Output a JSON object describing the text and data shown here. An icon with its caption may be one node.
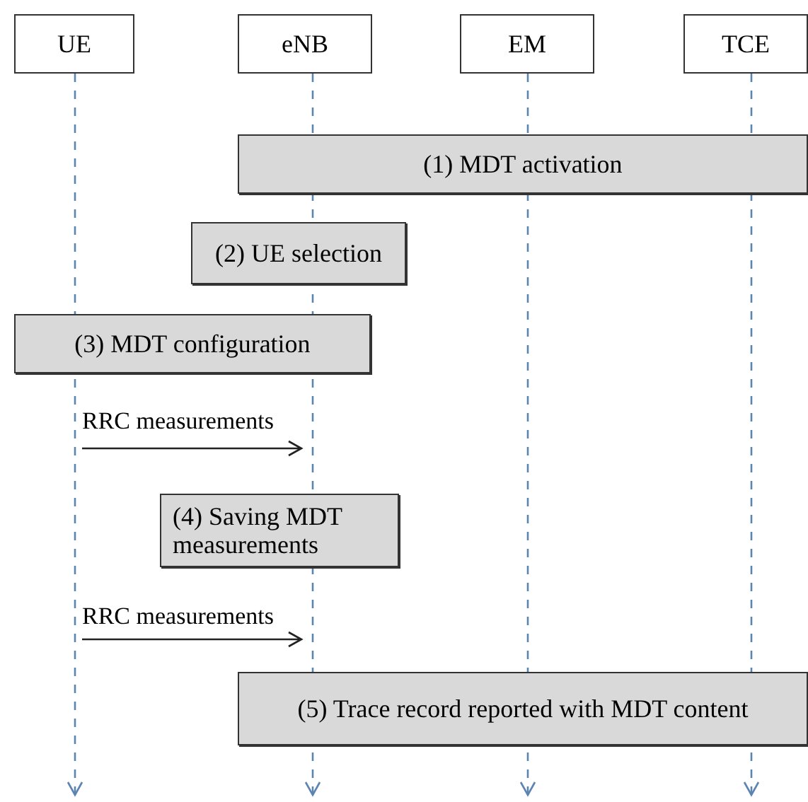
{
  "diagram": {
    "nodes": [
      {
        "text": [
          "UE"
        ]
      },
      {
        "text": [
          "eNB"
        ]
      },
      {
        "text": [
          "EM"
        ]
      },
      {
        "text": [
          "TCE"
        ]
      },
      {
        "text": [
          "(1) MDT activation"
        ]
      },
      {
        "text": [
          "(2) UE selection"
        ]
      },
      {
        "text": [
          "(3) MDT configuration"
        ]
      },
      {
        "text": [
          "(4) Saving MDT measurements"
        ]
      },
      {
        "text": [
          "(5) Trace record reported with MDT content"
        ]
      }
    ],
    "edges": [
      {
        "from": 0,
        "to": null,
        "arrow": "to",
        "style": "dashed",
        "color": "#5b84b1"
      },
      {
        "from": 1,
        "to": null,
        "arrow": "to",
        "style": "dashed",
        "color": "#5b84b1"
      },
      {
        "from": 2,
        "to": null,
        "arrow": "to",
        "style": "dashed",
        "color": "#5b84b1"
      },
      {
        "from": 3,
        "to": null,
        "arrow": "to",
        "style": "dashed",
        "color": "#5b84b1"
      }
    ],
    "labels": [
      "RRC measurements",
      "RRC measurements"
    ]
  }
}
